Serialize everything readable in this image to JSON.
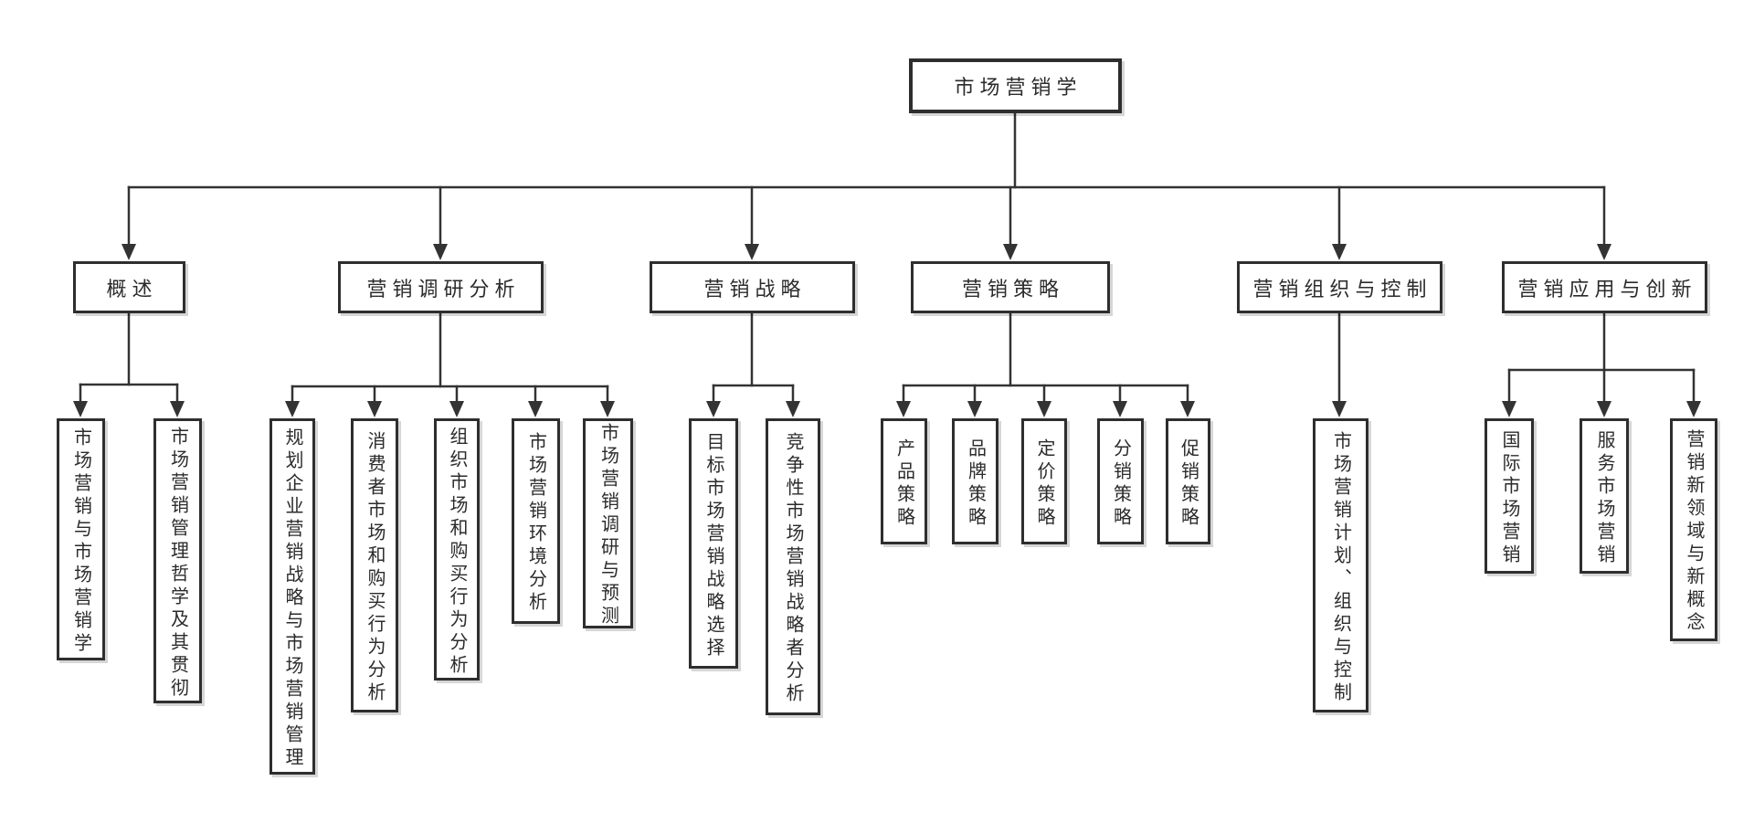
{
  "diagram": {
    "ink_color": "#333333",
    "background_color": "#ffffff",
    "root": {
      "label": "市场营销学"
    },
    "branches": [
      {
        "label": "概述",
        "children": [
          "市场营销与市场营销学",
          "市场营销管理哲学及其贯彻"
        ]
      },
      {
        "label": "营销调研分析",
        "children": [
          "规划企业营销战略与市场营销管理",
          "消费者市场和购买行为分析",
          "组织市场和购买行为分析",
          "市场营销环境分析",
          "市场营销调研与预测"
        ]
      },
      {
        "label": "营销战略",
        "children": [
          "目标市场营销战略选择",
          "竞争性市场营销战略者分析"
        ]
      },
      {
        "label": "营销策略",
        "children": [
          "产品策略",
          "品牌策略",
          "定价策略",
          "分销策略",
          "促销策略"
        ]
      },
      {
        "label": "营销组织与控制",
        "children": [
          "市场营销计划、组织与控制"
        ]
      },
      {
        "label": "营销应用与创新",
        "children": [
          "国际市场营销",
          "服务市场营销",
          "营销新领域与新概念"
        ]
      }
    ]
  }
}
